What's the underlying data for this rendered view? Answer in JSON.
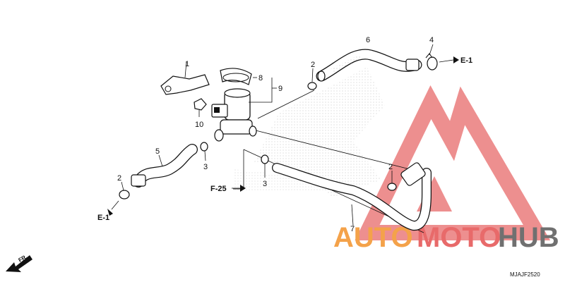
{
  "callouts": {
    "c1": "1",
    "c2a": "2",
    "c2b": "2",
    "c2c": "2",
    "c3a": "3",
    "c3b": "3",
    "c4": "4",
    "c5": "5",
    "c6": "6",
    "c7": "7",
    "c8": "8",
    "c9": "9",
    "c10": "10"
  },
  "refs": {
    "e1_top": "E-1",
    "e1_bottom": "E-1",
    "f25": "F-25"
  },
  "direction": {
    "label": "FR."
  },
  "part_code": "MJAJF2520",
  "watermark": {
    "auto": "AUTO",
    "moto": "MOTO",
    "hub": "HUB",
    "color_red": "#e86a6a",
    "color_orange": "#f4a24a",
    "color_gray": "#707070"
  },
  "icons": {
    "direction_arrow": "arrow-down-left-icon",
    "logo": "triangle-logo-icon"
  }
}
